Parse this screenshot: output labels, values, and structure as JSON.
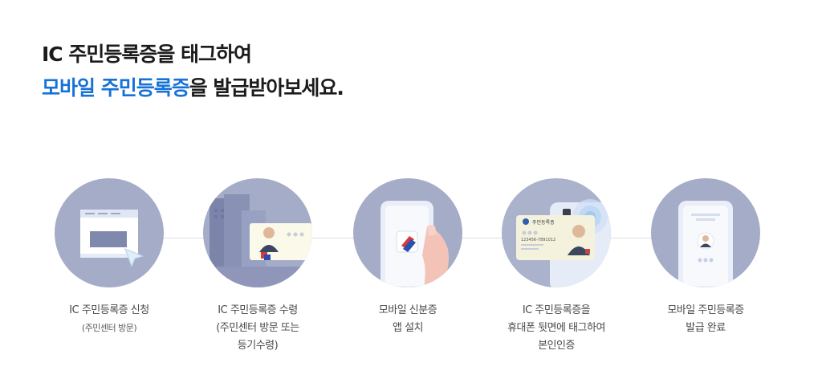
{
  "headline": {
    "line1": "IC 주민등록증을 태그하여",
    "line2_accent": "모바일 주민등록증",
    "line2_rest": "을 발급받아보세요."
  },
  "steps": [
    {
      "icon": "application-window-icon",
      "lines": [
        "IC 주민등록증 신청"
      ],
      "sub": "(주민센터 방문)"
    },
    {
      "icon": "id-card-icon",
      "lines": [
        "IC 주민등록증 수령",
        "(주민센터 방문 또는",
        "등기수령)"
      ]
    },
    {
      "icon": "phone-app-icon",
      "lines": [
        "모바일 신분증",
        "앱 설치"
      ]
    },
    {
      "icon": "nfc-tag-card-icon",
      "lines": [
        "IC 주민등록증을",
        "휴대폰 뒷면에 태그하여",
        "본인인증"
      ]
    },
    {
      "icon": "mobile-id-complete-icon",
      "lines": [
        "모바일 주민등록증",
        "발급 완료"
      ]
    }
  ],
  "card_text": {
    "card_title": "주민등록증",
    "card_number": "123456-7891012"
  },
  "colors": {
    "accent": "#1772d8",
    "circle": "#a5acc7",
    "text": "#1b1b1b"
  }
}
